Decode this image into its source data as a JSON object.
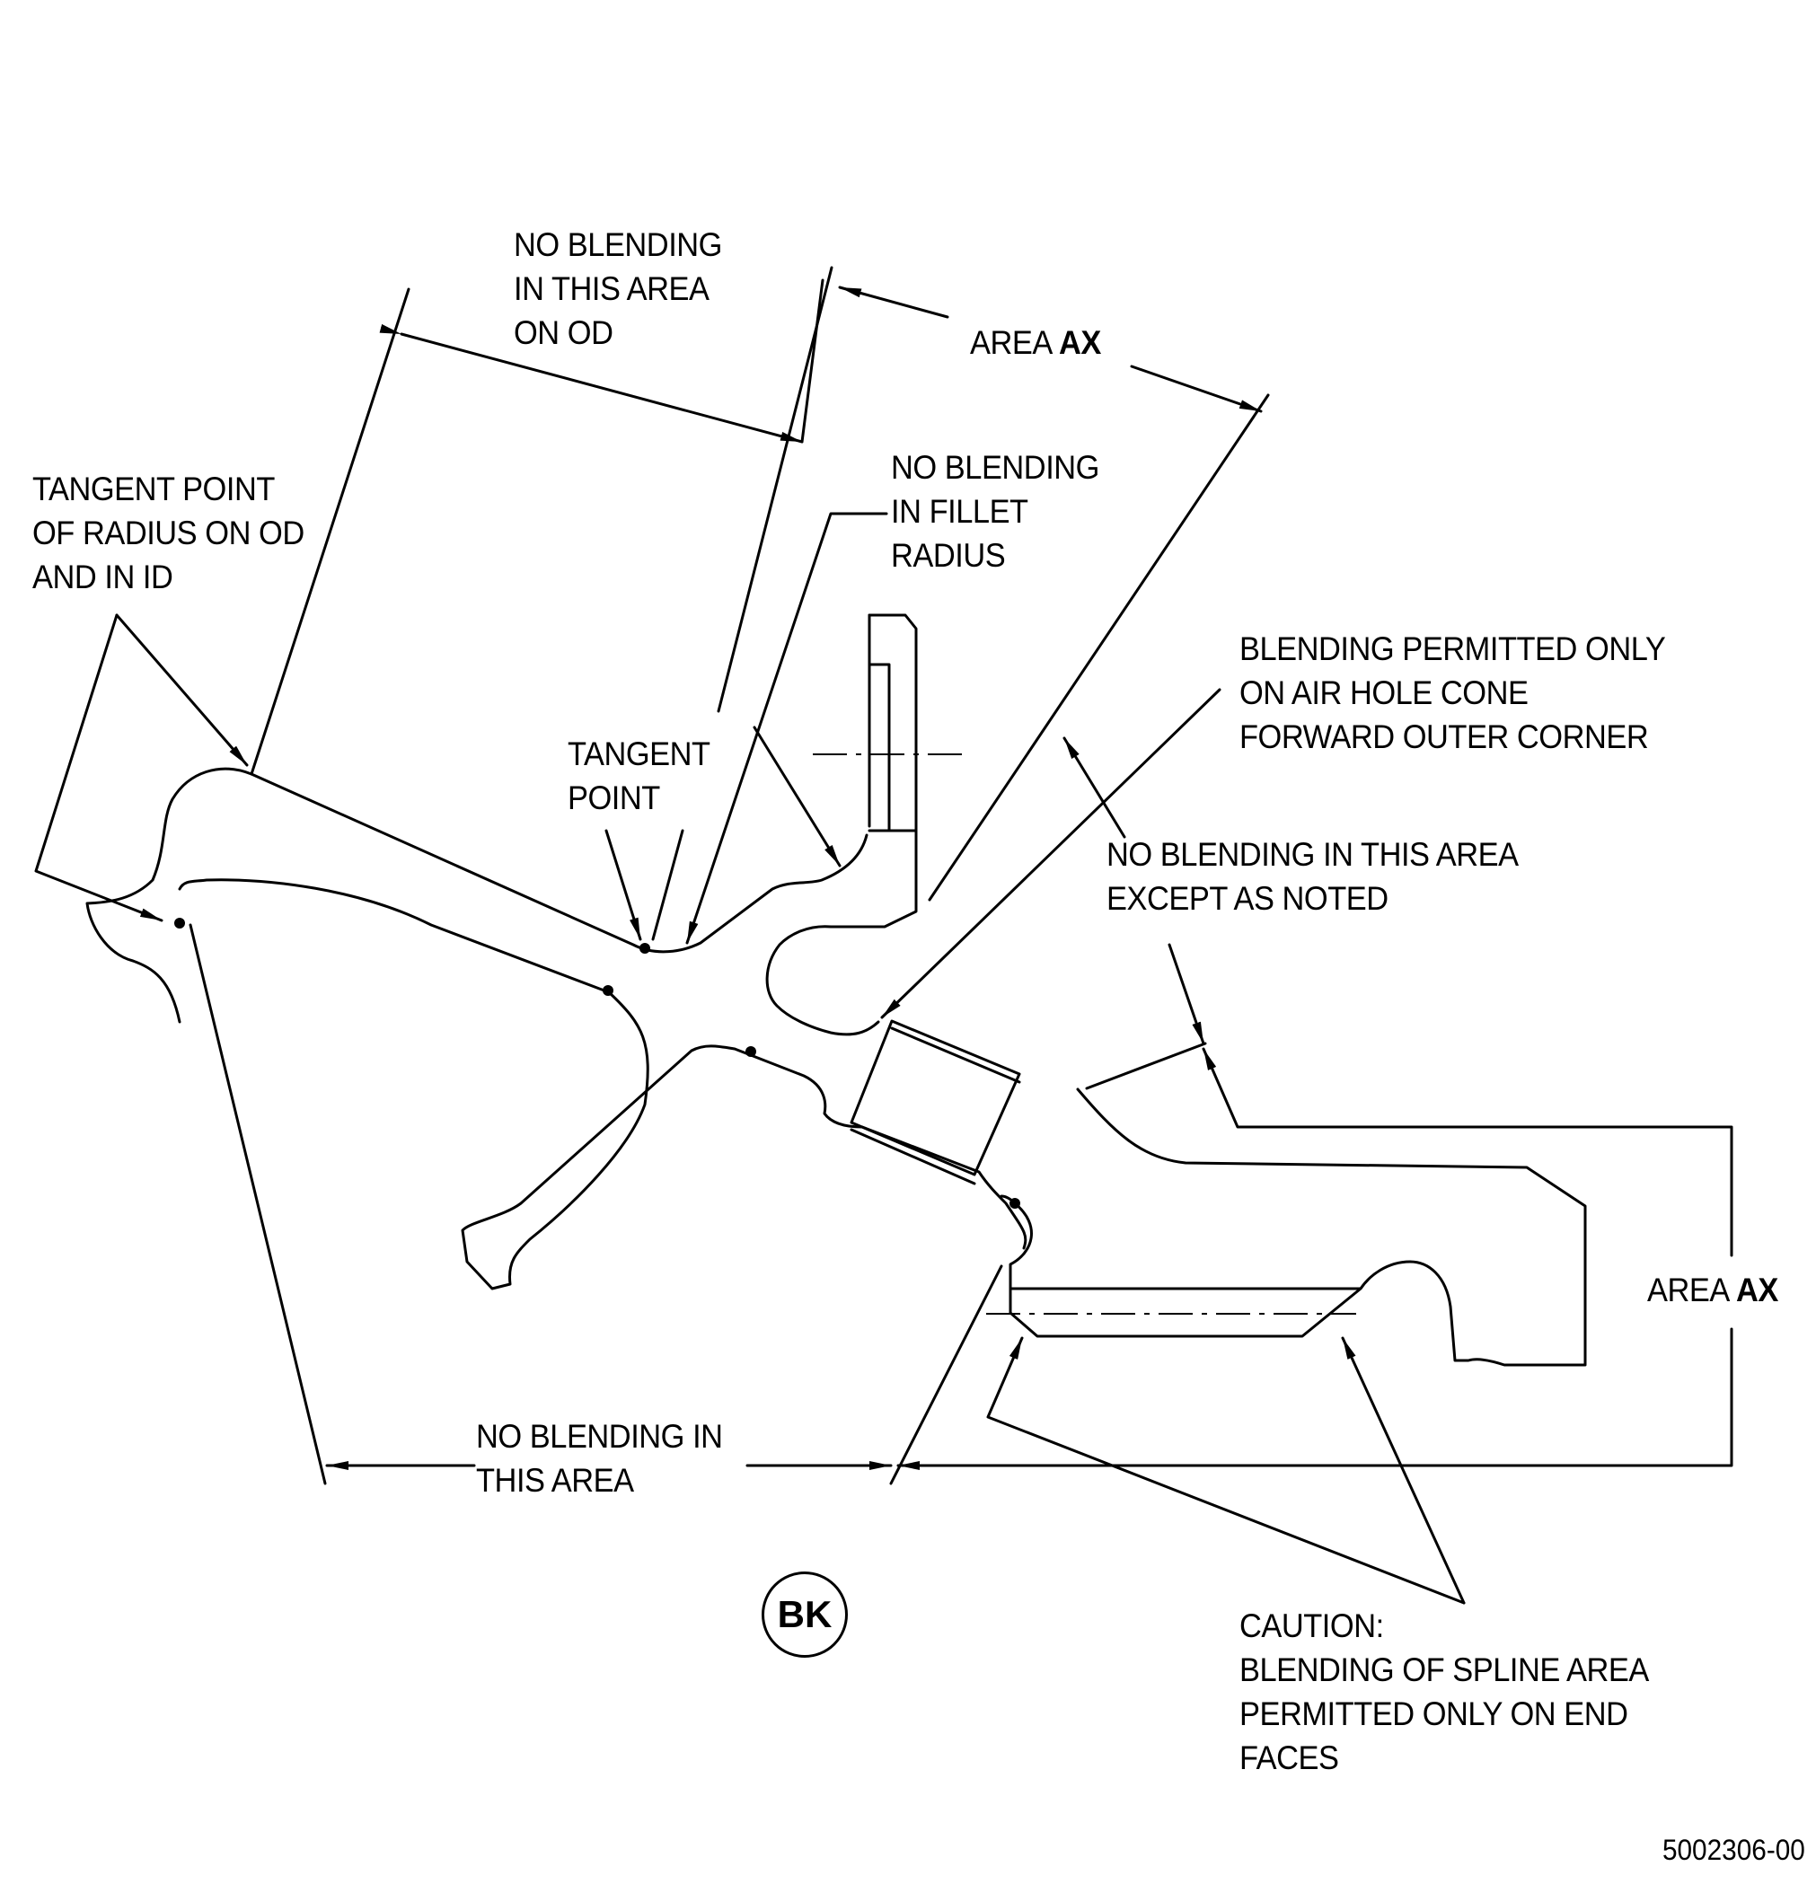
{
  "labels": {
    "no_blending_od": "NO BLENDING\nIN THIS AREA\nON OD",
    "area_ax_top_prefix": "AREA ",
    "area_ax_top_code": "AX",
    "tangent_radius": "TANGENT POINT\nOF RADIUS ON OD\nAND IN ID",
    "no_blending_fillet": "NO BLENDING\nIN FILLET\nRADIUS",
    "blending_air_hole": "BLENDING PERMITTED ONLY\nON AIR HOLE CONE\nFORWARD OUTER CORNER",
    "tangent_point": "TANGENT\nPOINT",
    "no_blending_except": "NO BLENDING IN THIS AREA\nEXCEPT AS NOTED",
    "area_ax_right_prefix": "AREA ",
    "area_ax_right_code": "AX",
    "no_blending_bottom": "NO BLENDING IN\nTHIS AREA",
    "caution": "CAUTION:\nBLENDING OF SPLINE AREA\nPERMITTED ONLY ON END\nFACES"
  },
  "view_bubble": "BK",
  "document_number": "5002306-00"
}
